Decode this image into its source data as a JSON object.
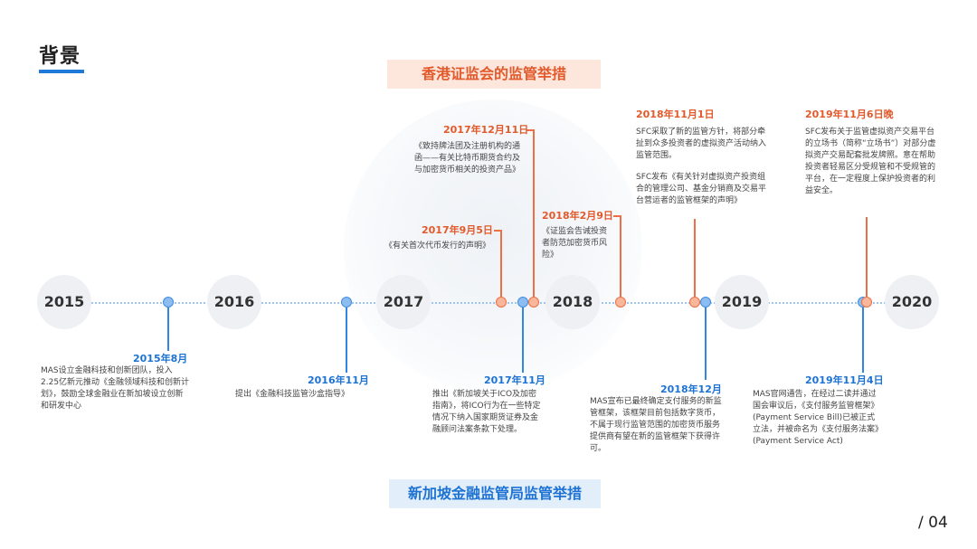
{
  "title": "背景",
  "banners": {
    "hongkong": "香港证监会的监管举措",
    "singapore": "新加坡金融监管局监管举措"
  },
  "years": [
    "2015",
    "2016",
    "2017",
    "2018",
    "2019",
    "2020"
  ],
  "events": {
    "sg_2015_8": {
      "date": "2015年8月",
      "text": "MAS设立金融科技和创新团队，投入2.25亿新元推动《金融领域科技和创新计划》，鼓励全球金融业在新加坡设立创新和研发中心"
    },
    "sg_2016_11": {
      "date": "2016年11月",
      "text": "提出《金融科技监管沙盒指导》"
    },
    "sg_2017_11": {
      "date": "2017年11月",
      "text": "推出《新加坡关于ICO及加密指南》，将ICO行为在一些特定情况下纳入国家期货证券及金融顾问法案条款下处理。"
    },
    "sg_2018_12": {
      "date": "2018年12月",
      "text": "MAS宣布已最终确定支付服务的新监管框架，该框架目前包括数字货币，不属于现行监管范围的加密货币服务提供商有望在新的监管框架下获得许可。"
    },
    "sg_2019_11_4": {
      "date": "2019年11月4日",
      "text": "MAS官网通告，在经过二读并通过国会审议后，《支付服务监管框架》(Payment Service Bill)已被正式立法，并被命名为《支付服务法案》(Payment Service Act)"
    },
    "hk_2017_9_5": {
      "date": "2017年9月5日",
      "text": "《有关首次代币发行的声明》"
    },
    "hk_2017_12_11": {
      "date": "2017年12月11日",
      "text": "《致持牌法团及注册机构的通函——有关比特币期货合约及与加密货币相关的投资产品》"
    },
    "hk_2018_2_9": {
      "date": "2018年2月9日",
      "text": "《证监会告诫投资者防范加密货币风险》"
    },
    "hk_2018_11_1": {
      "date": "2018年11月1日",
      "text": "SFC采取了新的监管方针，将部分牵扯到众多投资者的虚拟资产活动纳入监管范围。",
      "text2": "SFC发布《有关针对虚拟资产投资组合的管理公司、基金分销商及交易平台营运者的监管框架的声明》"
    },
    "hk_2019_11_6": {
      "date": "2019年11月6日晚",
      "text": "SFC发布关于监管虚拟资产交易平台的立场书（简称“立场书”）对部分虚拟资产交易配套批发牌照。意在帮助投资者轻易区分受规管和不受规管的平台，在一定程度上保护投资者的利益安全。"
    }
  },
  "page_number": "/ 04",
  "colors": {
    "singapore": "#1e73d2",
    "hongkong": "#e25a2b",
    "accent": "#1e7ad8"
  }
}
